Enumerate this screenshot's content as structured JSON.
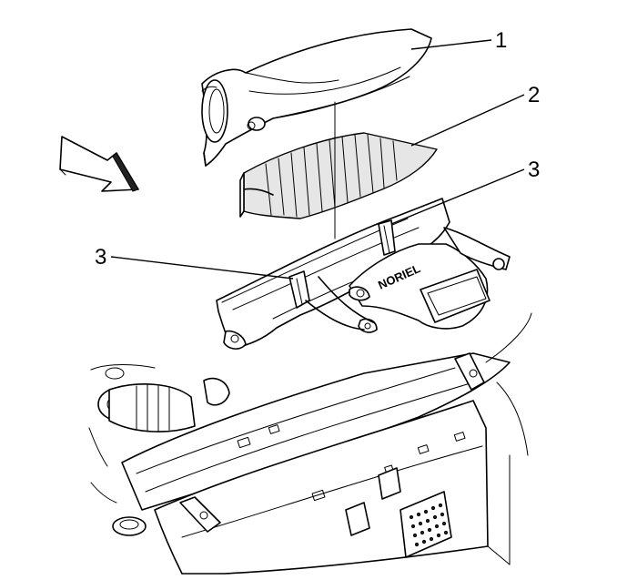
{
  "callouts": [
    {
      "id": "c1",
      "label": "1"
    },
    {
      "id": "c2",
      "label": "2"
    },
    {
      "id": "c3a",
      "label": "3"
    },
    {
      "id": "c3b",
      "label": "3"
    }
  ],
  "embossed_text": {
    "duct_logo": "NORIEL"
  },
  "colors": {
    "ink": "#000000",
    "filter_shade": "#e6e6e6",
    "background": "#ffffff"
  }
}
